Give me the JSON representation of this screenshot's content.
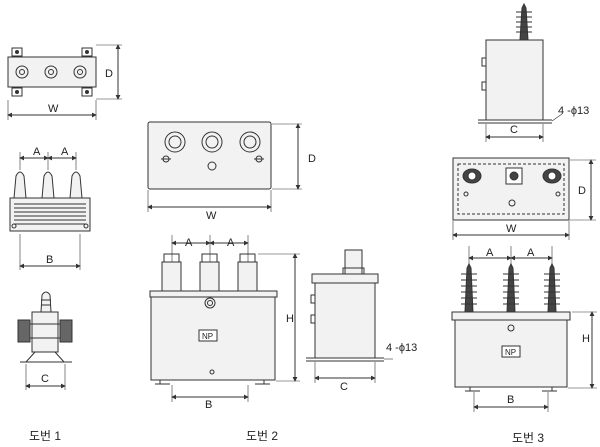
{
  "labels": {
    "a": "A",
    "b": "B",
    "c": "C",
    "d": "D",
    "h": "H",
    "w": "W",
    "np": "NP",
    "hole": "4 -ϕ13"
  },
  "captions": {
    "fig1": "도번 1",
    "fig2": "도번 2",
    "fig3": "도번 3"
  },
  "colors": {
    "line": "#333333",
    "body_fill": "#f2f2f2",
    "dark": "#444444"
  }
}
